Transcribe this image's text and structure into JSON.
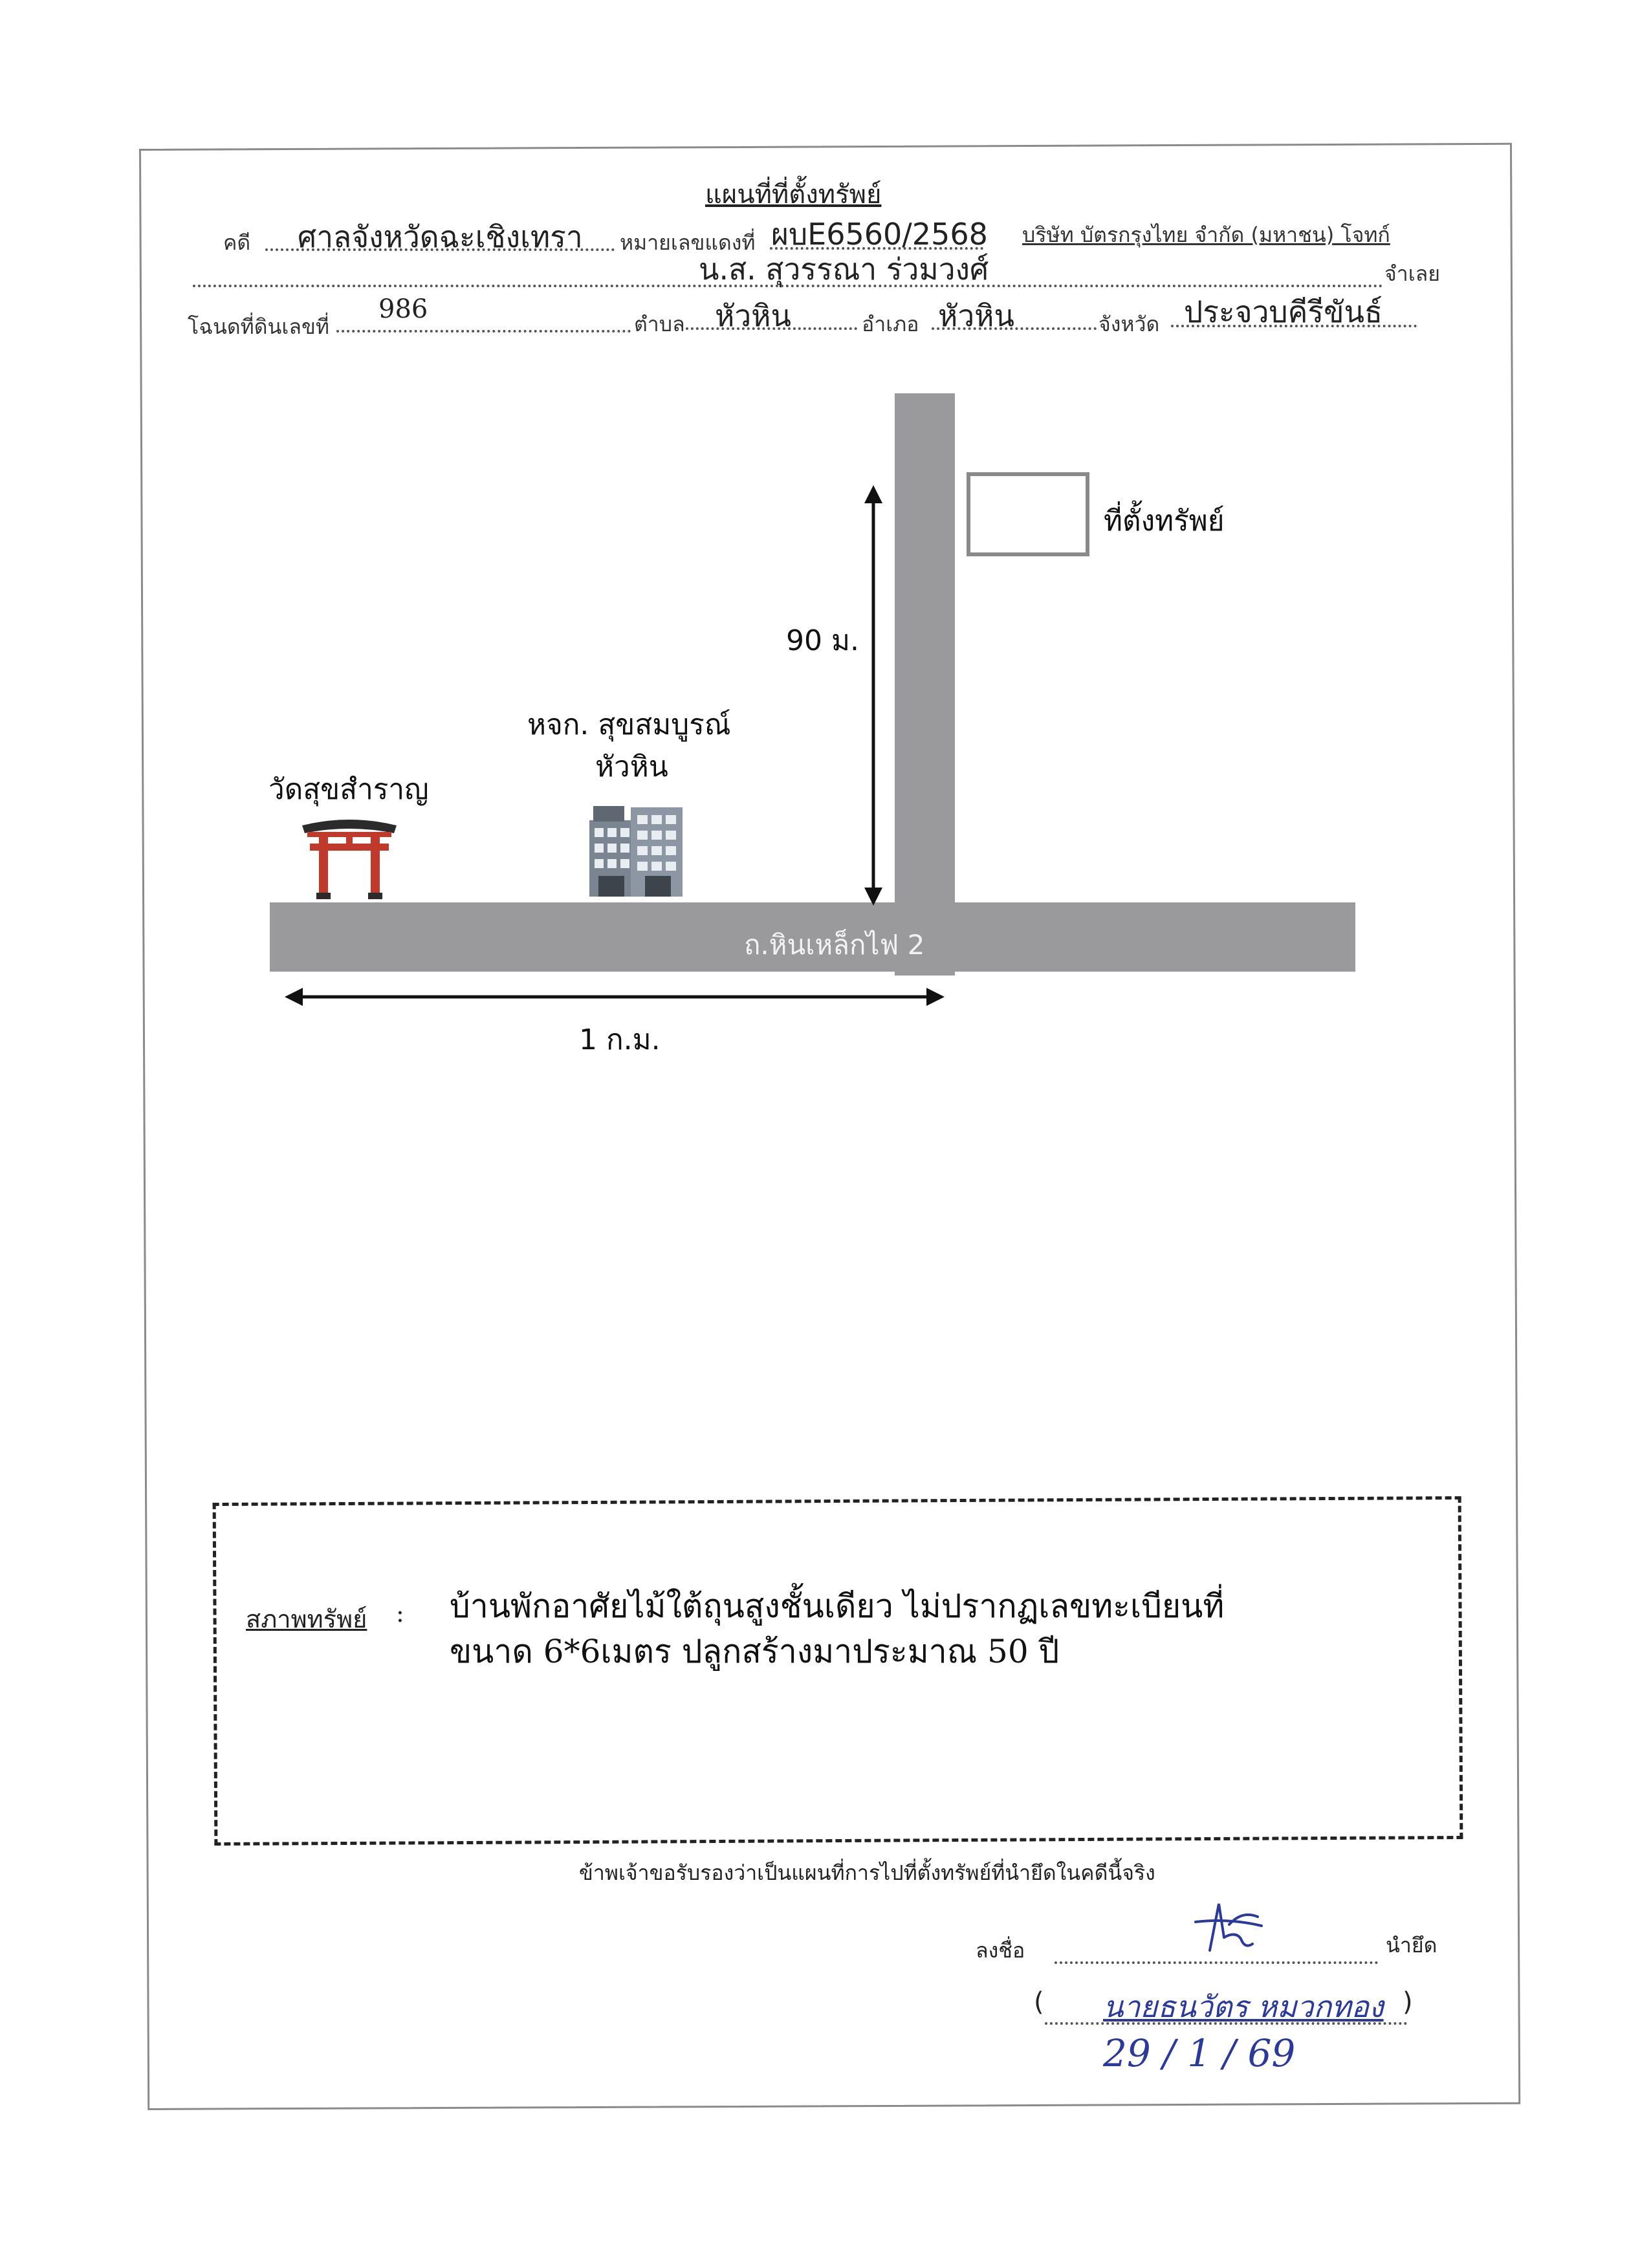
{
  "title": "แผนที่ที่ตั้งทรัพย์",
  "header": {
    "case_label": "คดี",
    "court": "ศาลจังหวัดฉะเชิงเทรา",
    "red_case_label": "หมายเลขแดงที่",
    "red_case_number": "ผบE6560/2568",
    "plaintiff": "บริษัท บัตรกรุงไทย จำกัด (มหาชน) โจทก์",
    "defendant": "น.ส. สุวรรณา ร่วมวงศ์",
    "defendant_suffix": "จำเลย",
    "deed_label": "โฉนดที่ดินเลขที่",
    "deed_number": "986",
    "subdistrict_label": "ตำบล",
    "subdistrict": "หัวหิน",
    "district_label": "อำเภอ",
    "district": "หัวหิน",
    "province_label": "จังหวัด",
    "province": "ประจวบคีรีขันธ์"
  },
  "map": {
    "property_label": "ที่ตั้งทรัพย์",
    "distance_vertical": "90 ม.",
    "distance_horizontal": "1 ก.ม.",
    "road_name": "ถ.หินเหล็กไฟ 2",
    "temple_label": "วัดสุขสำราญ",
    "shop_label_line1": "หจก. สุขสมบูรณ์",
    "shop_label_line2": "หัวหิน",
    "colors": {
      "road": "#9a9a9c",
      "property_box": "#8a8a8a"
    },
    "icons": [
      "torii-gate-icon",
      "office-building-icon",
      "double-arrow-icon"
    ]
  },
  "condition": {
    "label": "สภาพทรัพย์",
    "separator": ":",
    "line1": "บ้านพักอาศัยไม้ใต้ถุนสูงชั้นเดียว ไม่ปรากฏเลขทะเบียนที่",
    "line2": "ขนาด 6*6เมตร ปลูกสร้างมาประมาณ 50 ปี"
  },
  "footer": {
    "certification": "ข้าพเจ้าขอรับรองว่าเป็นแผนที่การไปที่ตั้งทรัพย์ที่นำยึดในคดีนี้จริง",
    "sign_label": "ลงชื่อ",
    "sign_role": "นำยึด",
    "open_paren": "(",
    "signer_name": "นายธนวัตร หมวกทอง",
    "close_paren": ")",
    "date": "29 / 1 / 69"
  }
}
